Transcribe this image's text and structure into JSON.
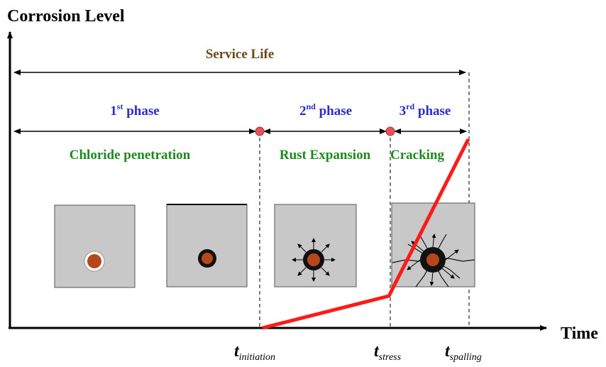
{
  "axes": {
    "y_label": "Corrosion Level",
    "x_label": "Time"
  },
  "service_life": {
    "label": "Service Life"
  },
  "phases": [
    {
      "ordinal": "1",
      "suffix": "st",
      "word": "phase",
      "description": "Chloride penetration"
    },
    {
      "ordinal": "2",
      "suffix": "nd",
      "word": "phase",
      "description": "Rust Expansion"
    },
    {
      "ordinal": "3",
      "suffix": "rd",
      "word": "phase",
      "description": "Cracking"
    }
  ],
  "time_markers": [
    {
      "symbol": "t",
      "subscript": "initiation"
    },
    {
      "symbol": "t",
      "subscript": "stress"
    },
    {
      "symbol": "t",
      "subscript": "spalling"
    }
  ],
  "stages": [
    {
      "state": "no corrosion"
    },
    {
      "state": "corrosion initiated"
    },
    {
      "state": "rust expansion"
    },
    {
      "state": "cracking"
    }
  ],
  "colors": {
    "axis": "#000000",
    "phase_text": "#2b2bd0",
    "description_text": "#1e8a1e",
    "service_life_text": "#6b4a1a",
    "curve": "#ff1a1a",
    "marker": "#e8505a",
    "concrete": "#c8c8c8",
    "rust": "#b5471a"
  }
}
